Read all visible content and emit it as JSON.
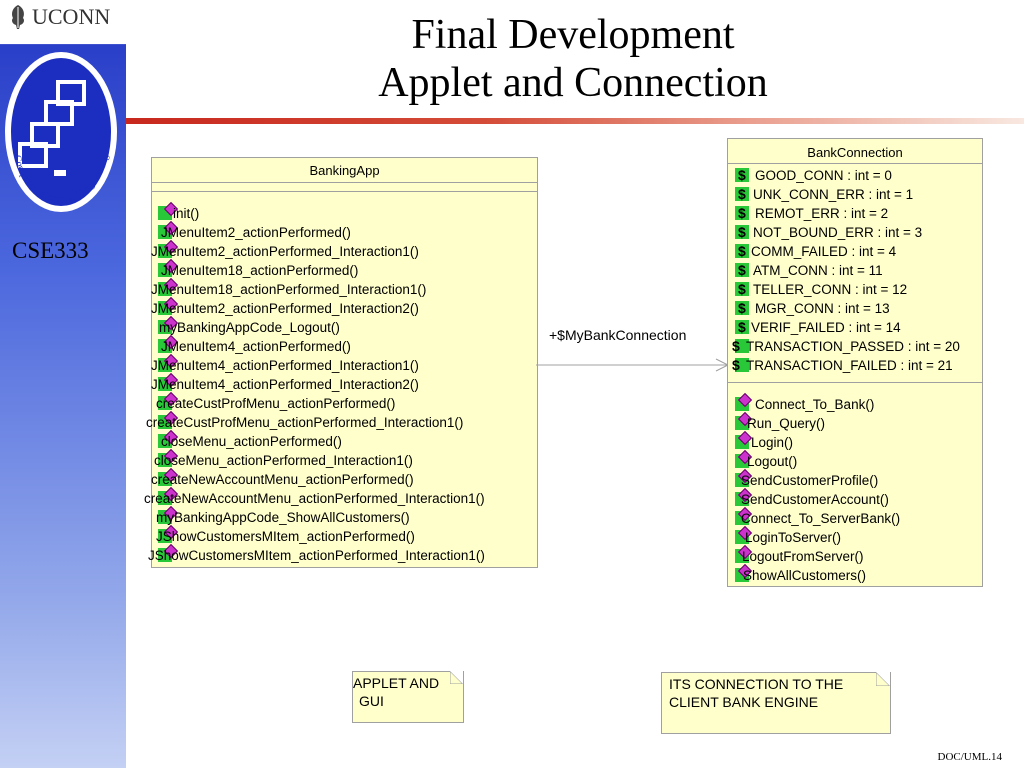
{
  "header": {
    "institution": "UCONN",
    "logo_text": "Computer Science and Engineering",
    "course": "CSE333",
    "title_line1": "Final Development",
    "title_line2": "Applet and Connection"
  },
  "banking_app": {
    "name": "BankingApp",
    "methods": [
      "init()",
      "JMenuItem2_actionPerformed()",
      "JMenuItem2_actionPerformed_Interaction1()",
      "JMenuItem18_actionPerformed()",
      "JMenuItem18_actionPerformed_Interaction1()",
      "JMenuItem2_actionPerformed_Interaction2()",
      "myBankingAppCode_Logout()",
      "JMenuItem4_actionPerformed()",
      "JMenuItem4_actionPerformed_Interaction1()",
      "JMenuItem4_actionPerformed_Interaction2()",
      "createCustProfMenu_actionPerformed()",
      "createCustProfMenu_actionPerformed_Interaction1()",
      "closeMenu_actionPerformed()",
      "closeMenu_actionPerformed_Interaction1()",
      "createNewAccountMenu_actionPerformed()",
      "createNewAccountMenu_actionPerformed_Interaction1()",
      "myBankingAppCode_ShowAllCustomers()",
      "JShowCustomersMItem_actionPerformed()",
      "JShowCustomersMItem_actionPerformed_Interaction1()"
    ]
  },
  "association": {
    "label": "+$MyBankConnection"
  },
  "bank_connection": {
    "name": "BankConnection",
    "attributes": [
      "GOOD_CONN : int = 0",
      "UNK_CONN_ERR : int = 1",
      "REMOT_ERR : int = 2",
      "NOT_BOUND_ERR : int = 3",
      "COMM_FAILED : int = 4",
      "ATM_CONN : int = 11",
      "TELLER_CONN : int = 12",
      "MGR_CONN : int = 13",
      "VERIF_FAILED : int = 14",
      "TRANSACTION_PASSED : int = 20",
      "TRANSACTION_FAILED : int = 21"
    ],
    "attr_prefix": "$",
    "methods": [
      "Connect_To_Bank()",
      "Run_Query()",
      "Login()",
      "Logout()",
      "SendCustomerProfile()",
      "SendCustomerAccount()",
      "Connect_To_ServerBank()",
      "LoginToServer()",
      "LogoutFromServer()",
      "ShowAllCustomers()"
    ]
  },
  "notes": {
    "applet": [
      "APPLET AND",
      "GUI"
    ],
    "connection": [
      "ITS CONNECTION TO THE",
      "CLIENT BANK ENGINE"
    ]
  },
  "footer": {
    "slide_id": "DOC/UML.14"
  },
  "colors": {
    "class_fill": "#ffffcc",
    "rule": "#c8281e",
    "sidebar": "#2a3fc8"
  }
}
